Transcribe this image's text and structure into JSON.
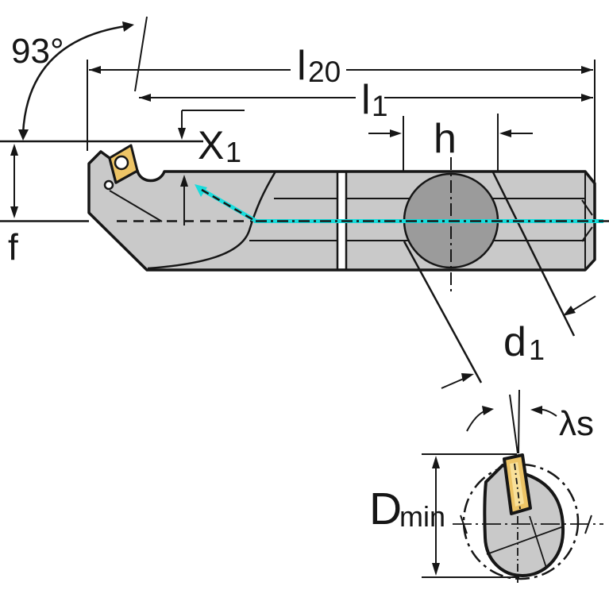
{
  "diagram": {
    "kind": "technical-drawing-boring-bar",
    "views": {
      "main_view": "side view of boring bar with indexable insert",
      "end_view": "cross-section of bar inside minimum bore circle"
    },
    "labels": {
      "lead_angle": {
        "full": "93°"
      },
      "l20": {
        "main": "l",
        "sub": "20"
      },
      "l1": {
        "main": "l",
        "sub": "1"
      },
      "x1": {
        "main": "X",
        "sub": "1"
      },
      "h": {
        "main": "h"
      },
      "f": {
        "main": "f"
      },
      "d1": {
        "main": "d",
        "sub": "1"
      },
      "lambda_s": {
        "main": "λs"
      },
      "d_min": {
        "main": "D",
        "sub": "min"
      }
    },
    "colors": {
      "background": "#ffffff",
      "body_fill": "#c9c9c9",
      "clamp_circle_fill": "#9b9b9b",
      "insert_fill": "#edc466",
      "insert_highlight": "#f8e09a",
      "centerline_cyan": "#18dcdc",
      "line": "#161616",
      "white": "#ffffff"
    }
  }
}
